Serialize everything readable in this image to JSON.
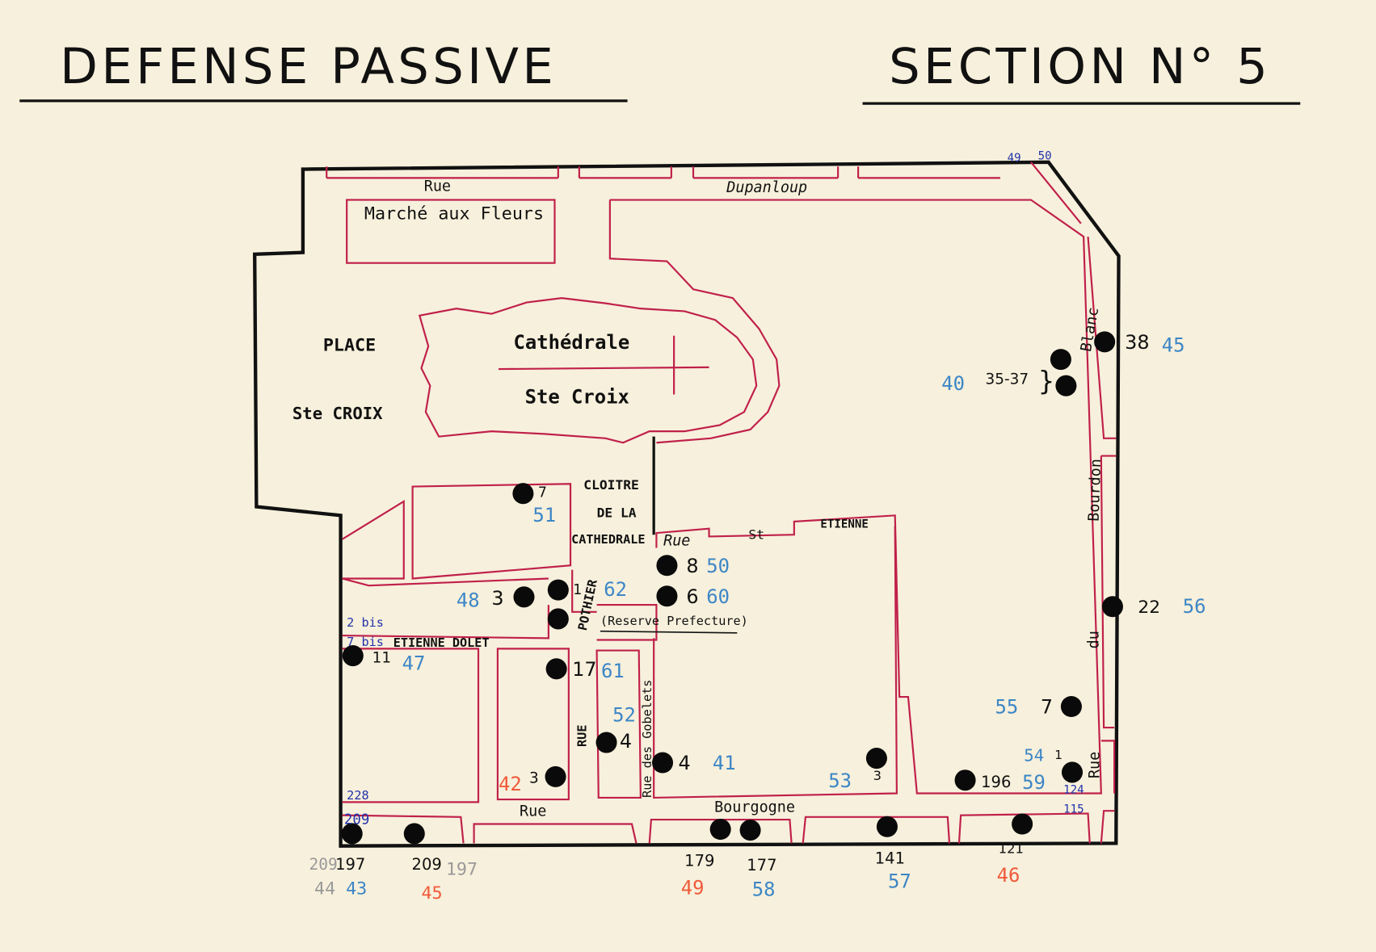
{
  "header": {
    "title_left": "DEFENSE PASSIVE",
    "title_right": "SECTION N° 5"
  },
  "colors": {
    "paper": "#f7f0dc",
    "boundary": "#111111",
    "streets": "#c0204a",
    "blue_numbers": "#3d86c6",
    "red_numbers": "#f05a3a"
  },
  "places": {
    "rue_top": "Rue",
    "dupanloup": "Dupanloup",
    "marche": "Marché aux Fleurs",
    "place": "PLACE",
    "ste_croix_place": "Ste CROIX",
    "cathedrale": "Cathédrale",
    "ste_croix": "Ste Croix",
    "cloitre1": "CLOITRE",
    "cloitre2": "DE LA",
    "cloitre3": "CATHEDRALE",
    "rue_st_etienne1": "Rue",
    "rue_st_etienne2": "St",
    "rue_st_etienne3": "ETIENNE",
    "etienne_dolet": "ETIENNE DOLET",
    "pothier": "POTHIER",
    "reserve": "(Reserve Prefecture)",
    "rue_pothier": "RUE",
    "rue_gobelets": "Rue des Gobelets",
    "rue_bourgogne1": "Rue",
    "rue_bourgogne2": "Bourgogne",
    "blanc": "Blanc",
    "bourdon": "Bourdon",
    "du": "du",
    "rue_right": "Rue"
  },
  "markers": [
    {
      "id": "7",
      "ref": "51"
    },
    {
      "id": "8",
      "ref": "50"
    },
    {
      "id": "6",
      "ref": "60"
    },
    {
      "id": "3",
      "ref": "48"
    },
    {
      "id": "1",
      "ref": "62"
    },
    {
      "id": "11",
      "ref": "47"
    },
    {
      "id": "17",
      "ref": "61"
    },
    {
      "id": "4",
      "ref": "52"
    },
    {
      "id": "4",
      "ref": "41"
    },
    {
      "id": "3",
      "ref": "42"
    },
    {
      "id": "3",
      "ref": "53"
    },
    {
      "id": "196",
      "ref": "59"
    },
    {
      "id": "1",
      "ref": "54"
    },
    {
      "id": "7",
      "ref": "55"
    },
    {
      "id": "22",
      "ref": "56"
    },
    {
      "id": "38",
      "ref": "45"
    },
    {
      "id": "35-37",
      "ref": "40"
    }
  ],
  "bottom": {
    "a_grey": "209",
    "a_black": "197",
    "a_grey_ref": "44",
    "a_blue": "43",
    "b_black": "209",
    "b_grey": "197",
    "b_red": "45",
    "c_black": "179",
    "c_red": "49",
    "d_black": "177",
    "d_blue": "58",
    "e_black": "141",
    "e_blue": "57",
    "f_black": "121",
    "f_red": "46"
  },
  "small_numbers": {
    "n49": "49",
    "n50": "50",
    "bis2": "2 bis",
    "bis7": "7 bis",
    "n228": "228",
    "n209": "209",
    "n124": "124",
    "n115": "115"
  }
}
